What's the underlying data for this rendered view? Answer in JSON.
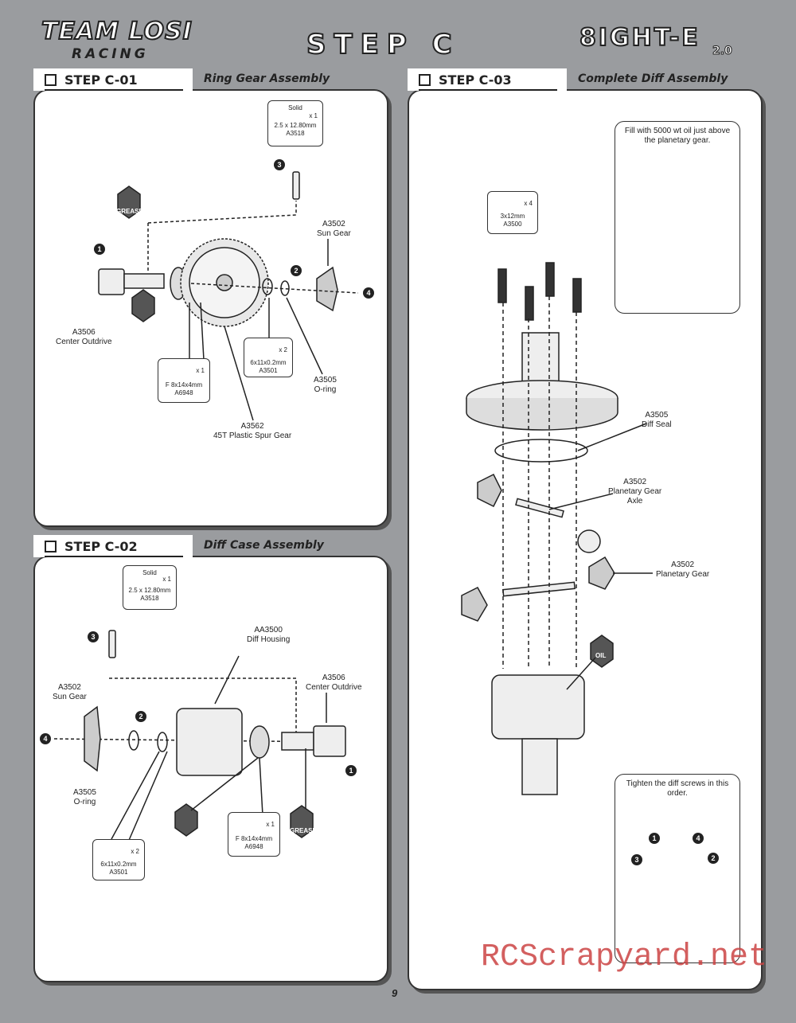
{
  "header": {
    "logo_line1": "TEAM LOSI",
    "logo_line2": "RACING",
    "title": "STEP C",
    "brand": "8IGHT-E",
    "brand_version": "2.0"
  },
  "panels": [
    {
      "step": "STEP C-01",
      "subtitle": "Ring Gear Assembly",
      "callouts": [
        {
          "line1": "Solid",
          "qty": "x 1",
          "size": "2.5 x 12.80mm",
          "part": "A3518"
        },
        {
          "line1": "",
          "qty": "x 2",
          "size": "6x11x0.2mm",
          "part": "A3501"
        },
        {
          "line1": "",
          "qty": "x 1",
          "size": "F 8x14x4mm",
          "part": "A6948"
        }
      ],
      "labels": [
        {
          "text": "A3502",
          "sub": "Sun Gear"
        },
        {
          "text": "A3506",
          "sub": "Center Outdrive"
        },
        {
          "text": "A3505",
          "sub": "O-ring"
        },
        {
          "text": "A3562",
          "sub": "45T Plastic Spur Gear"
        }
      ],
      "badge": "GREASE",
      "numbers": [
        "1",
        "2",
        "3",
        "4"
      ]
    },
    {
      "step": "STEP C-02",
      "subtitle": "Diff Case Assembly",
      "callouts": [
        {
          "line1": "Solid",
          "qty": "x 1",
          "size": "2.5 x 12.80mm",
          "part": "A3518"
        },
        {
          "line1": "",
          "qty": "x 1",
          "size": "F 8x14x4mm",
          "part": "A6948"
        },
        {
          "line1": "",
          "qty": "x 2",
          "size": "6x11x0.2mm",
          "part": "A3501"
        }
      ],
      "labels": [
        {
          "text": "AA3500",
          "sub": "Diff Housing"
        },
        {
          "text": "A3506",
          "sub": "Center Outdrive"
        },
        {
          "text": "A3502",
          "sub": "Sun Gear"
        },
        {
          "text": "A3505",
          "sub": "O-ring"
        }
      ],
      "badge": "GREASE",
      "numbers": [
        "1",
        "2",
        "3",
        "4"
      ]
    },
    {
      "step": "STEP C-03",
      "subtitle": "Complete Diff Assembly",
      "callouts": [
        {
          "line1": "",
          "qty": "x 4",
          "size": "3x12mm",
          "part": "A3500"
        }
      ],
      "labels": [
        {
          "text": "A3505",
          "sub": "Diff Seal"
        },
        {
          "text": "A3502",
          "sub": "Planetary Gear",
          "sub2": "Axle"
        },
        {
          "text": "A3502",
          "sub": "Planetary Gear"
        }
      ],
      "inset_oil": "Fill with 5000 wt oil just above the planetary gear.",
      "inset_screws": "Tighten the diff screws in this order.",
      "badge": "OIL",
      "numbers": [
        "1",
        "2",
        "3",
        "4"
      ]
    }
  ],
  "page_number": "9",
  "watermark": "RCScrapyard.net"
}
